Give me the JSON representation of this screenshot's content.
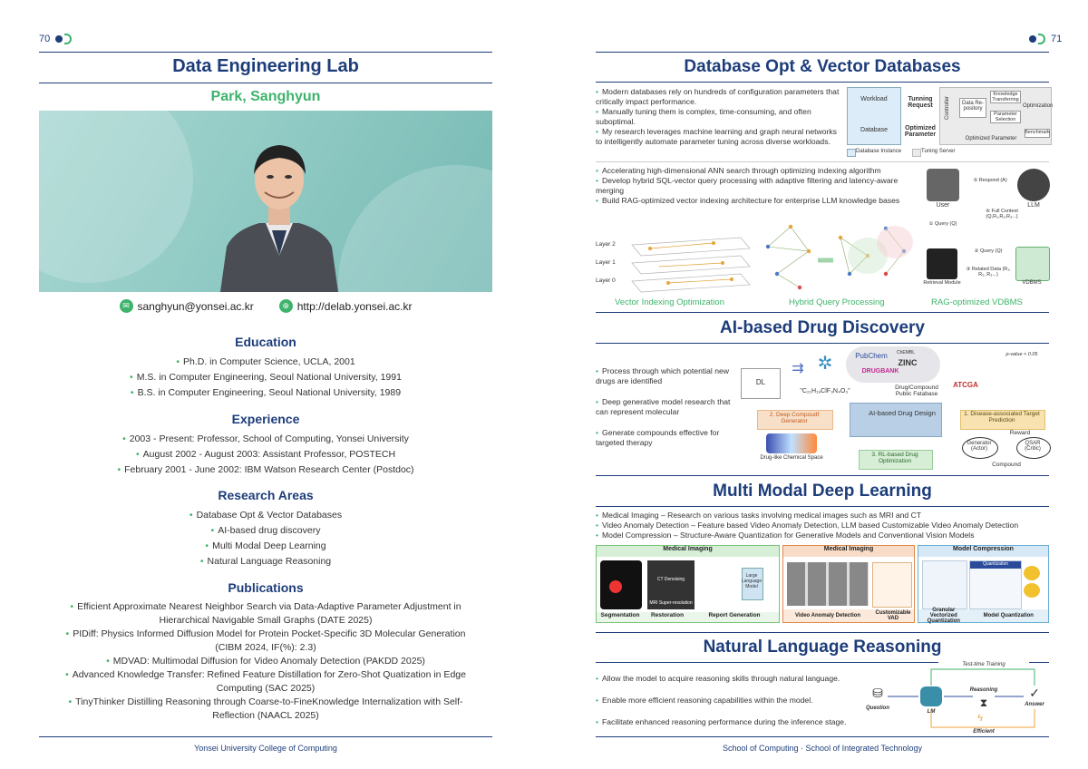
{
  "left": {
    "page_number": "70",
    "title": "Data Engineering Lab",
    "name": "Park, Sanghyun",
    "email": "sanghyun@yonsei.ac.kr",
    "website": "http://delab.yonsei.ac.kr",
    "education": {
      "heading": "Education",
      "items": [
        "Ph.D. in Computer Science, UCLA, 2001",
        "M.S. in Computer Engineering, Seoul National University, 1991",
        "B.S. in Computer Engineering, Seoul National University, 1989"
      ]
    },
    "experience": {
      "heading": "Experience",
      "items": [
        "2003 - Present: Professor, School of Computing, Yonsei University",
        "August 2002 - August 2003: Assistant Professor, POSTECH",
        "February 2001 - June 2002: IBM Watson Research Center (Postdoc)"
      ]
    },
    "research": {
      "heading": "Research Areas",
      "items": [
        "Database Opt & Vector Databases",
        "AI-based drug discovery",
        "Multi Modal Deep Learning",
        "Natural Language Reasoning"
      ]
    },
    "publications": {
      "heading": "Publications",
      "items": [
        [
          "Efficient Approximate Nearest Neighbor Search via Data-Adaptive Parameter Adjustment in",
          "Hierarchical Navigable Small Graphs (DATE 2025)"
        ],
        [
          "PIDiff: Physics Informed Diffusion Model for Protein Pocket-Specific 3D Molecular Generation",
          "(CIBM 2024, IF(%): 2.3)"
        ],
        [
          "MDVAD: Multimodal Diffusion for Video Anomaly Detection (PAKDD 2025)"
        ],
        [
          "Advanced Knowledge Transfer: Refined Feature Distillation for Zero-Shot Quatization in Edge",
          "Computing (SAC 2025)"
        ],
        [
          "TinyThinker Distilling Reasoning through Coarse-to-FineKnowledge Internalization with Self-",
          "Reflection (NAACL 2025)"
        ]
      ]
    },
    "footer": "Yonsei University College of Computing"
  },
  "right": {
    "page_number": "71",
    "footer": "School of Computing · School of Integrated Technology",
    "db": {
      "title": "Database Opt & Vector Databases",
      "bullets1": [
        "Modern databases rely on hundreds of configuration parameters that critically impact performance.",
        "Manually tuning them is complex, time-consuming, and often suboptimal.",
        "My research leverages machine learning and graph neural networks to intelligently automate parameter tuning across diverse workloads."
      ],
      "diagram": {
        "workload": "Workload",
        "database": "Database",
        "tuning_request": "Tunning Request",
        "optimized_parameter": "Optimized Parameter",
        "controller": "Controller",
        "data_repository": "Data Re-pository",
        "knowledge_transferring": "Knowledge Transferring",
        "parameter_selection": "Parameter Selection",
        "optimization": "Optimization",
        "benchmark": "Benchmark",
        "optimized_parameter2": "Optimized Parameter",
        "legend1": "Database Instance",
        "legend2": "Tuning Server"
      },
      "bullets2": [
        "Accelerating high-dimensional ANN search through optimizing indexing algorithm",
        "Develop hybrid SQL-vector query processing with adaptive filtering and latency-aware merging",
        "Build RAG-optimized vector indexing architecture for enterprise LLM knowledge bases"
      ],
      "layers": [
        "Layer 2",
        "Layer 1",
        "Layer 0"
      ],
      "rag": {
        "user": "User",
        "llm": "LLM",
        "respond": "⑤ Respond (A)",
        "query": "① Query (Q)",
        "full_context": "④ Full Context (Q,R₁,R₂,R₃...)",
        "query2": "② Query (Q)",
        "related": "③ Related Data (R₁, R₂, R₃...)",
        "retrieval": "Retrieval Module",
        "vdbms": "VDBMS"
      },
      "captions": [
        "Vector Indexing Optimization",
        "Hybrid Query Processing",
        "RAG-optimized VDBMS"
      ]
    },
    "drug": {
      "title": "AI-based Drug Discovery",
      "bullets": [
        "Process through which potential new drugs are identified",
        "Deep generative model research that can represent molecular",
        "Generate compounds effective for targeted therapy"
      ],
      "dl": "DL",
      "formula": "\"C₂₁H₁₉ClF₃N₄O₃\"",
      "pubchem": "PubChem",
      "chembl": "ChEMBL",
      "zinc": "ZINC",
      "drugbank": "DRUGBANK",
      "db_label": "Drug/Compound Public Fatabase",
      "ai_design": "AI-based Drug Design",
      "deep_comp": "2. Deep Compoudf Generator",
      "disease": "1. Disease-associated Target Prediction",
      "rl": "3. RL-based Drug Optimization",
      "chem_space": "Drug-like Chemical Space",
      "reward": "Reward",
      "generator": "Generator (Actor)",
      "qsar": "QSAR (Critic)",
      "compound": "Compound",
      "pvalue": "p-value < 0.05",
      "dna": "ATCGA"
    },
    "mm": {
      "title": "Multi Modal Deep Learning",
      "bullets": [
        "Medical Imaging – Research on various tasks involving medical images such as MRI and CT",
        "Video Anomaly Detection – Feature based Video Anomaly Detection, LLM based Customizable Video Anomaly Detection",
        "Model Compression – Structure-Aware Quantization for Generative Models and Conventional Vision Models"
      ],
      "panel1": "Medical Imaging",
      "panel2": "Medical Imaging",
      "panel3": "Model Compression",
      "p1_labels": [
        "Segmentation",
        "Restoration",
        "Report Generation"
      ],
      "p1_inner": [
        "CT Denoising",
        "MRI Super-resolution",
        "Large Language Model"
      ],
      "p2_labels": [
        "Video Anomaly Detection",
        "Customizable VAD"
      ],
      "p3_labels": [
        "Granular Vectorized Quantization",
        "Model Quantization"
      ],
      "p3_inner": "Quantization"
    },
    "nlr": {
      "title": "Natural Language Reasoning",
      "bullets": [
        "Allow the model to acquire reasoning skills through natural language.",
        "Enable more efficient reasoning capabilities within the model.",
        "Facilitate enhanced reasoning performance during the inference stage."
      ],
      "ttt": "Test-time Training",
      "question": "Question",
      "lm": "LM",
      "reasoning": "Reasoning",
      "answer": "Answer",
      "efficient": "Efficient"
    }
  },
  "colors": {
    "navy": "#1d3d7a",
    "green": "#3db36b",
    "orange": "#f2a23c"
  }
}
